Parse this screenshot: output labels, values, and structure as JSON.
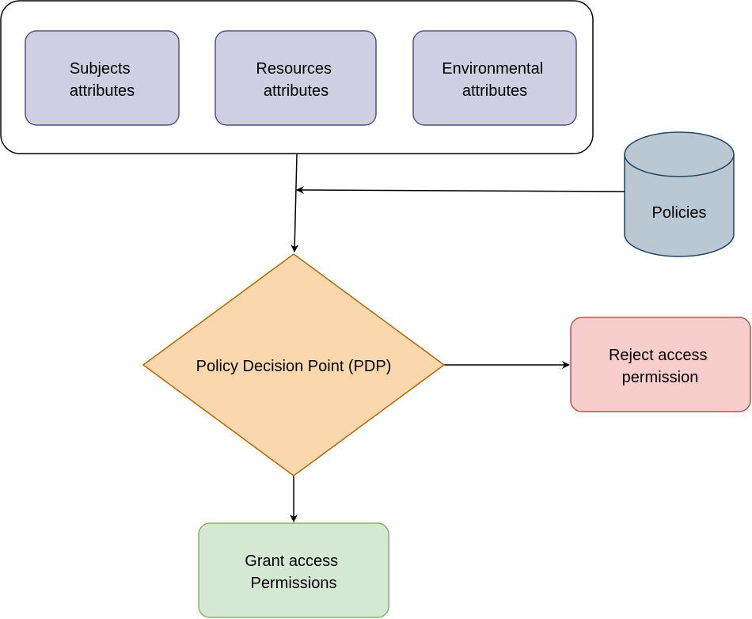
{
  "attribute_group": {
    "subjects": [
      "Subjects",
      "attributes"
    ],
    "resources": [
      "Resources",
      "attributes"
    ],
    "environmental": [
      "Environmental",
      "attributes"
    ]
  },
  "policies": {
    "label": "Policies"
  },
  "pdp": {
    "label": "Policy Decision Point (PDP)"
  },
  "reject": {
    "lines": [
      "Reject access",
      "permission"
    ]
  },
  "grant": {
    "lines": [
      "Grant access",
      "Permissions"
    ]
  },
  "colors": {
    "attribute_fill": "#d0cee2",
    "attribute_stroke": "#56517e",
    "policies_fill": "#bac8d3",
    "policies_stroke": "#23445d",
    "pdp_fill": "#fad7ac",
    "pdp_stroke": "#b46504",
    "reject_fill": "#f8cecc",
    "reject_stroke": "#b85450",
    "grant_fill": "#d5e8d4",
    "grant_stroke": "#82b366"
  }
}
